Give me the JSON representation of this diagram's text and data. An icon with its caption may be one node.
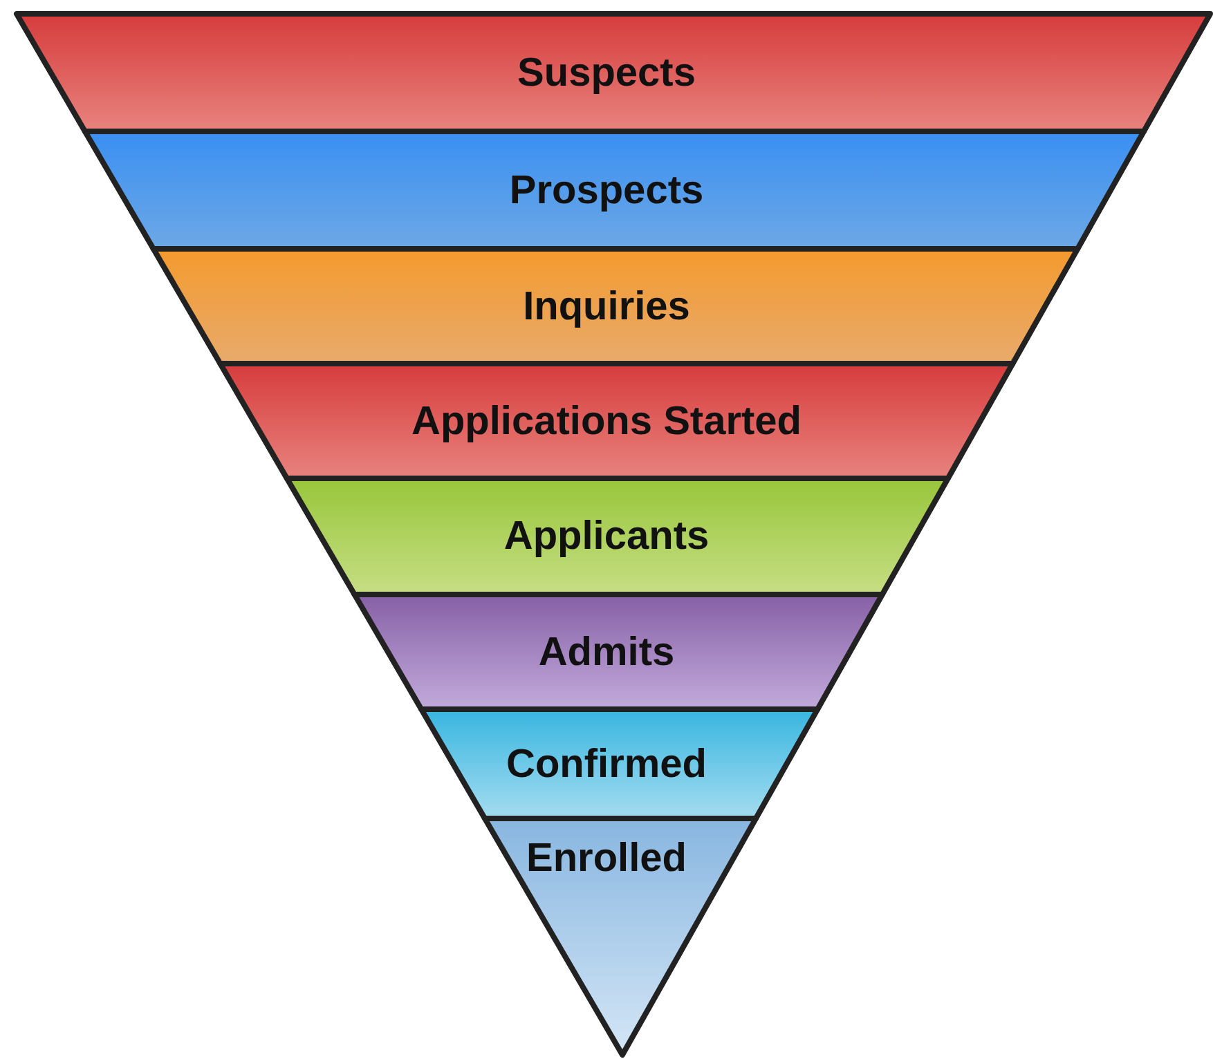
{
  "diagram": {
    "nodes": [
      {
        "text": [
          "Suspects"
        ]
      },
      {
        "text": [
          "Prospects"
        ]
      },
      {
        "text": [
          "Inquiries"
        ]
      },
      {
        "text": [
          "Applications Started"
        ]
      },
      {
        "text": [
          "Applicants"
        ]
      },
      {
        "text": [
          "Admits"
        ]
      },
      {
        "text": [
          "Confirmed"
        ]
      },
      {
        "text": [
          "Enrolled"
        ]
      }
    ]
  }
}
